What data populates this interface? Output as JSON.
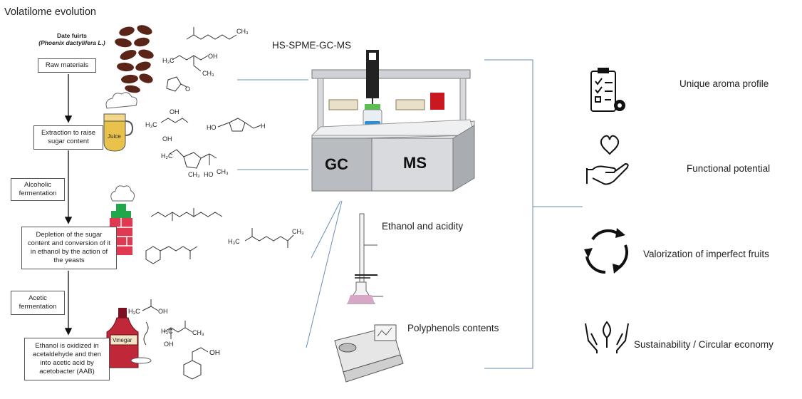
{
  "title": "Volatilome evolution",
  "date_caption_line1": "Date fuirts",
  "date_caption_line2": "(Phoenix dactylifera  L.)",
  "steps": {
    "raw": "Raw materials",
    "extraction": "Extraction to raise sugar content",
    "alcoholic": "Alcoholic fermentation",
    "depletion": "Depletion of the sugar content and conversion of it in ethanol by the action of the yeasts",
    "acetic": "Acetic fermentation",
    "oxidized": "Ethanol is oxidized in acetaldehyde and then into acetic acid by acetobacter (AAB)"
  },
  "jar_labels": {
    "juice": "Juice",
    "vinegar": "Vinegar"
  },
  "instrument": {
    "title": "HS-SPME-GC-MS",
    "gc": "GC",
    "ms": "MS"
  },
  "analyses": {
    "ethanol": "Ethanol and acidity",
    "polyphenols": "Polyphenols contents"
  },
  "outcomes": {
    "aroma": "Unique aroma profile",
    "functional": "Functional potential",
    "valorization": "Valorization of imperfect fruits",
    "sustainability": "Sustainability / Circular economy"
  },
  "icons": [
    "date-fruits-icon",
    "juice-jar-icon",
    "fermentation-jar-icon",
    "vinegar-bottle-icon",
    "checklist-gear-icon",
    "heart-hand-icon",
    "recycle-arrows-icon",
    "plant-hands-icon",
    "burette-flask-icon",
    "spectrometer-icon"
  ],
  "colors": {
    "connector": "#6a8fb5",
    "date": "#5a2418",
    "juice": "#e8c24a",
    "fermenter_green": "#22a64a",
    "fermenter_red": "#e03a52",
    "vinegar": "#c0283a",
    "flask_liquid": "#d9a7c6",
    "vial_liquid": "#2a8fd6"
  }
}
